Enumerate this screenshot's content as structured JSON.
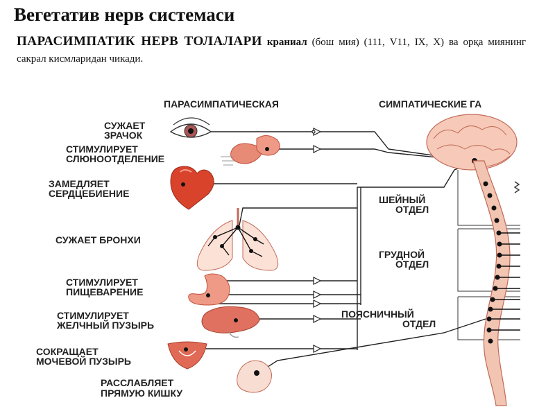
{
  "header": {
    "title": "Вегетатив нерв системаси",
    "para_heading": "ПАРАСИМПАТИК НЕРВ ТОЛАЛАРИ",
    "para_bold": "краниал",
    "para_rest": " (бош мия) (111, V11, IX, X) ва орқа миянинг сакрал кисмларидан чикади."
  },
  "diagram": {
    "col_left": "ПАРАСИМПАТИЧЕСКАЯ",
    "col_right": "СИМПАТИЧЕСКИЕ ГА",
    "effects": [
      [
        "СУЖАЕТ",
        "ЗРАЧОК"
      ],
      [
        "СТИМУЛИРУЕТ",
        "СЛЮНООТДЕЛЕНИЕ"
      ],
      [
        "ЗАМЕДЛЯЕТ",
        "СЕРДЦЕБИЕНИЕ"
      ],
      [
        "СУЖАЕТ БРОНХИ"
      ],
      [
        "СТИМУЛИРУЕТ",
        "ПИЩЕВАРЕНИЕ"
      ],
      [
        "СТИМУЛИРУЕТ",
        "ЖЕЛЧНЫЙ ПУЗЫРЬ"
      ],
      [
        "СОКРАЩАЕТ",
        "МОЧЕВОЙ ПУЗЫРЬ"
      ],
      [
        "РАССЛАБЛЯЕТ",
        "ПРЯМУЮ КИШКУ"
      ]
    ],
    "sections": [
      [
        "ШЕЙНЫЙ",
        "ОТДЕЛ"
      ],
      [
        "ГРУДНОЙ",
        "ОТДЕЛ"
      ],
      [
        "ПОЯСНИЧНЫЙ",
        "ОТДЕЛ"
      ]
    ]
  }
}
